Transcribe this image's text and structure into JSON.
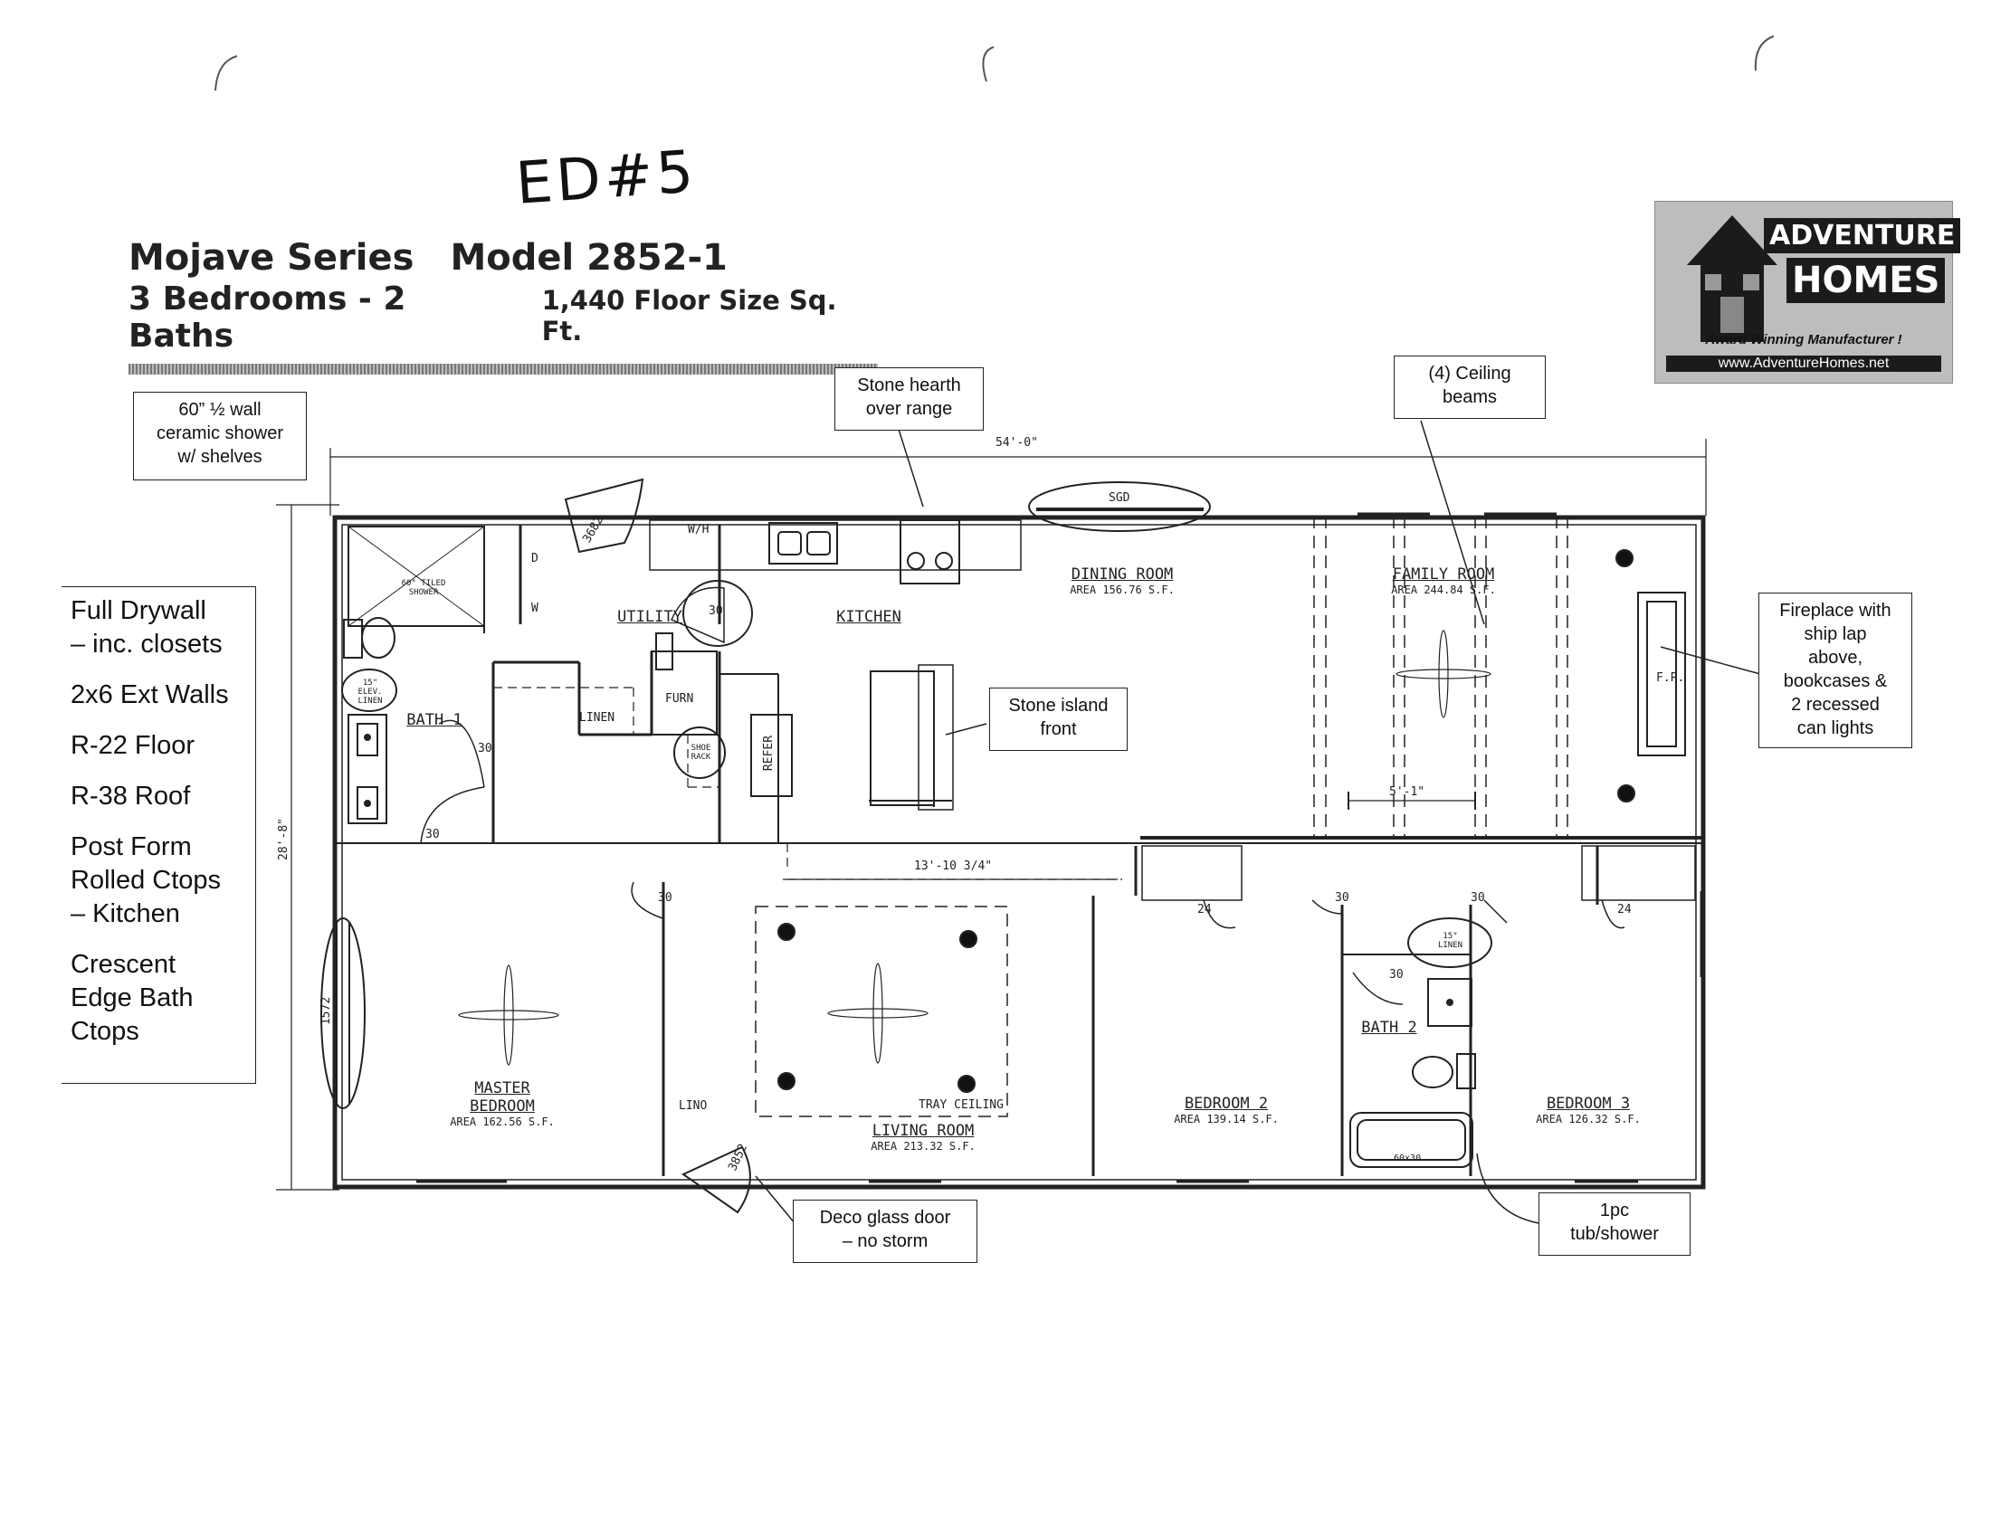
{
  "handwritten_label": "ED#5",
  "title": {
    "series": "Mojave Series",
    "model": "Model 2852-1",
    "rooms": "3 Bedrooms - 2 Baths",
    "size": "1,440 Floor Size Sq. Ft."
  },
  "logo": {
    "line1": "ADVENTURE",
    "line2": "HOMES",
    "tagline": "Award Winning Manufacturer !",
    "website": "www.AdventureHomes.net"
  },
  "specs": [
    "Full Drywall\n– inc. closets",
    "2x6 Ext Walls",
    "R-22 Floor",
    "R-38 Roof",
    "Post Form\nRolled Ctops\n– Kitchen",
    "Crescent\nEdge Bath\nCtops"
  ],
  "callouts": {
    "shower": "60” ½ wall\nceramic shower\nw/ shelves",
    "hearth": "Stone hearth\nover range",
    "beams": "(4) Ceiling\nbeams",
    "fireplace": "Fireplace with\nship lap\nabove,\nbookcases &\n2 recessed\ncan lights",
    "island": "Stone island\nfront",
    "door": "Deco glass door\n– no storm",
    "tub": "1pc\ntub/shower"
  },
  "dimensions": {
    "length": "54'-0\"",
    "width": "28'-8\"",
    "hall": "13'-10 3/4\"",
    "family_span": "5'-1\""
  },
  "rooms": {
    "dining": {
      "name": "DINING ROOM",
      "area": "AREA 156.76 S.F."
    },
    "family": {
      "name": "FAMILY ROOM",
      "area": "AREA 244.84 S.F."
    },
    "kitchen": {
      "name": "KITCHEN"
    },
    "utility": {
      "name": "UTILITY"
    },
    "bath1": {
      "name": "BATH 1"
    },
    "bath2": {
      "name": "BATH 2"
    },
    "master": {
      "name": "MASTER\nBEDROOM",
      "area": "AREA 162.56 S.F."
    },
    "living": {
      "name": "LIVING ROOM",
      "area": "AREA 213.32 S.F."
    },
    "bed2": {
      "name": "BEDROOM 2",
      "area": "AREA 139.14 S.F."
    },
    "bed3": {
      "name": "BEDROOM 3",
      "area": "AREA 126.32 S.F."
    }
  },
  "labels": {
    "sgd": "SGD",
    "wh": "W/H",
    "w": "W",
    "d": "D",
    "furn": "FURN",
    "linen": "LINEN",
    "linen2": "LINO",
    "refer": "REFER",
    "shoe": "SHOE RACK",
    "shower_tag": "60\" TILED SHOWER",
    "elev_linen": "15\" ELEV. LINEN",
    "linen_15": "15\" LINEN",
    "tray": "TRAY CEILING",
    "fp": "F.P.",
    "tub": "60x30",
    "window_1": "1572",
    "door_front": "3682",
    "door_rear": "3852",
    "door30": "30",
    "door24": "24"
  }
}
